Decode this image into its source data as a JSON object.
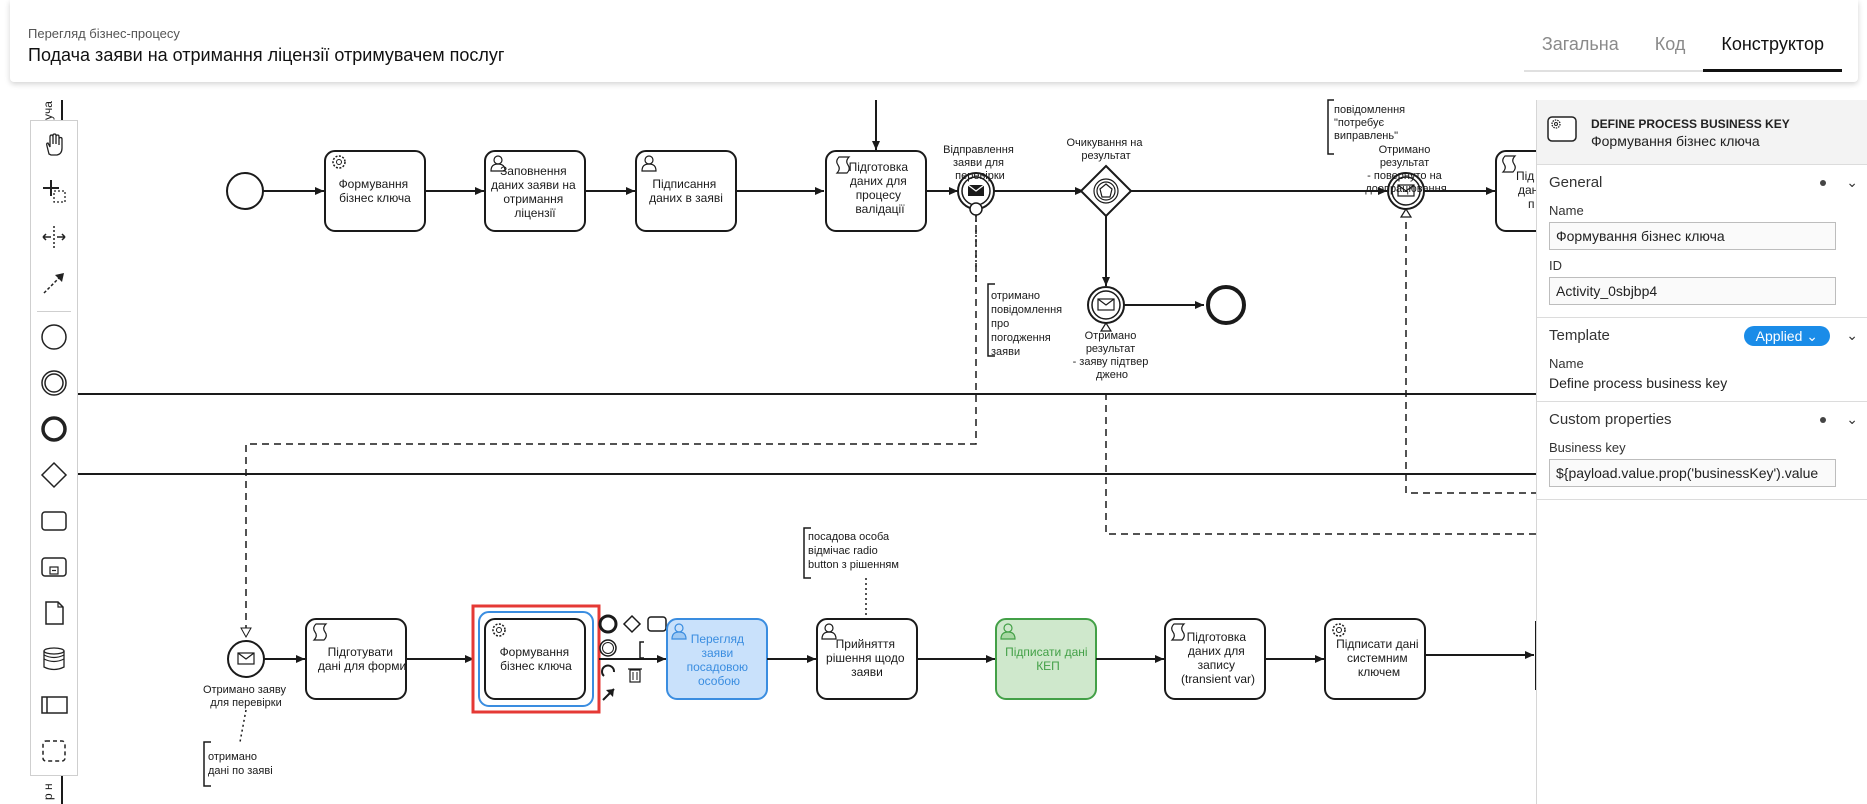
{
  "header": {
    "subtitle": "Перегляд бізнес-процесу",
    "title": "Подача заяви на отримання ліцензії отримувачем послуг",
    "tabs": [
      {
        "label": "Загальна",
        "active": false
      },
      {
        "label": "Код",
        "active": false
      },
      {
        "label": "Конструктор",
        "active": true
      }
    ]
  },
  "lanes": {
    "top_label": "уча",
    "bottom_label": "р н"
  },
  "diagram": {
    "tasks": {
      "t1": [
        "Формування",
        "бізнес ключа"
      ],
      "t2": [
        "Заповнення",
        "даних заяви на",
        "отримання",
        "ліцензії"
      ],
      "t3": [
        "Підписання",
        "даних в заяві"
      ],
      "t4": [
        "Підготовка",
        "даних для",
        "процесу",
        "валідації"
      ],
      "t5": [
        "Під",
        "дан",
        "п"
      ],
      "b1": [
        "Підготувати",
        "дані для форми"
      ],
      "b2": [
        "Формування",
        "бізнес ключа"
      ],
      "b3": [
        "Перегляд",
        "заяви",
        "посадовою",
        "особою"
      ],
      "b4": [
        "Прийняття",
        "рішення щодо",
        "заяви"
      ],
      "b5": [
        "Підписати дані",
        "КЕП"
      ],
      "b6": [
        "Підготовка",
        "даних для",
        "запису",
        "(transient var)"
      ],
      "b7": [
        "Підписати дані",
        "системним",
        "ключем"
      ]
    },
    "events": {
      "e_send": [
        "Відправлення",
        "заяви для",
        "перевірки"
      ],
      "e_gateway": [
        "Очикування на",
        "результат"
      ],
      "e_confirmed": [
        "Отримано",
        "результат",
        "- заяву підтвер",
        "джено"
      ],
      "e_revision": [
        "Отримано",
        "результат",
        "- повернуто на",
        "доопрацювання"
      ],
      "e_received": [
        "Отримано заяву",
        "для перевірки"
      ]
    },
    "annotations": {
      "a_revision": [
        "повідомлення",
        "\"потребує",
        "виправлень\""
      ],
      "a_approval": [
        "отримано",
        "повідомлення",
        "про",
        "погодження",
        "заяви"
      ],
      "a_official": [
        "посадова особа",
        "відмічає radio",
        "button з рішенням"
      ],
      "a_data": [
        "отримано",
        "дані по заяві"
      ]
    }
  },
  "properties": {
    "element_type": "DEFINE PROCESS BUSINESS KEY",
    "element_name": "Формування бізнес ключа",
    "general": {
      "title": "General",
      "name_label": "Name",
      "name_value": "Формування бізнес ключа",
      "id_label": "ID",
      "id_value": "Activity_0sbjbp4"
    },
    "template": {
      "title": "Template",
      "badge": "Applied",
      "name_label": "Name",
      "name_value": "Define process business key"
    },
    "custom": {
      "title": "Custom properties",
      "key_label": "Business key",
      "key_value": "${payload.value.prop('businessKey').value"
    }
  },
  "colors": {
    "blue_task_fill": "#c9e1fb",
    "blue_task_stroke": "#3a8de0",
    "green_task_fill": "#cfe8cc",
    "green_task_stroke": "#43a047",
    "selection_red": "#e53935",
    "selection_blue": "#3a8de0",
    "badge_blue": "#1a8ce8"
  }
}
